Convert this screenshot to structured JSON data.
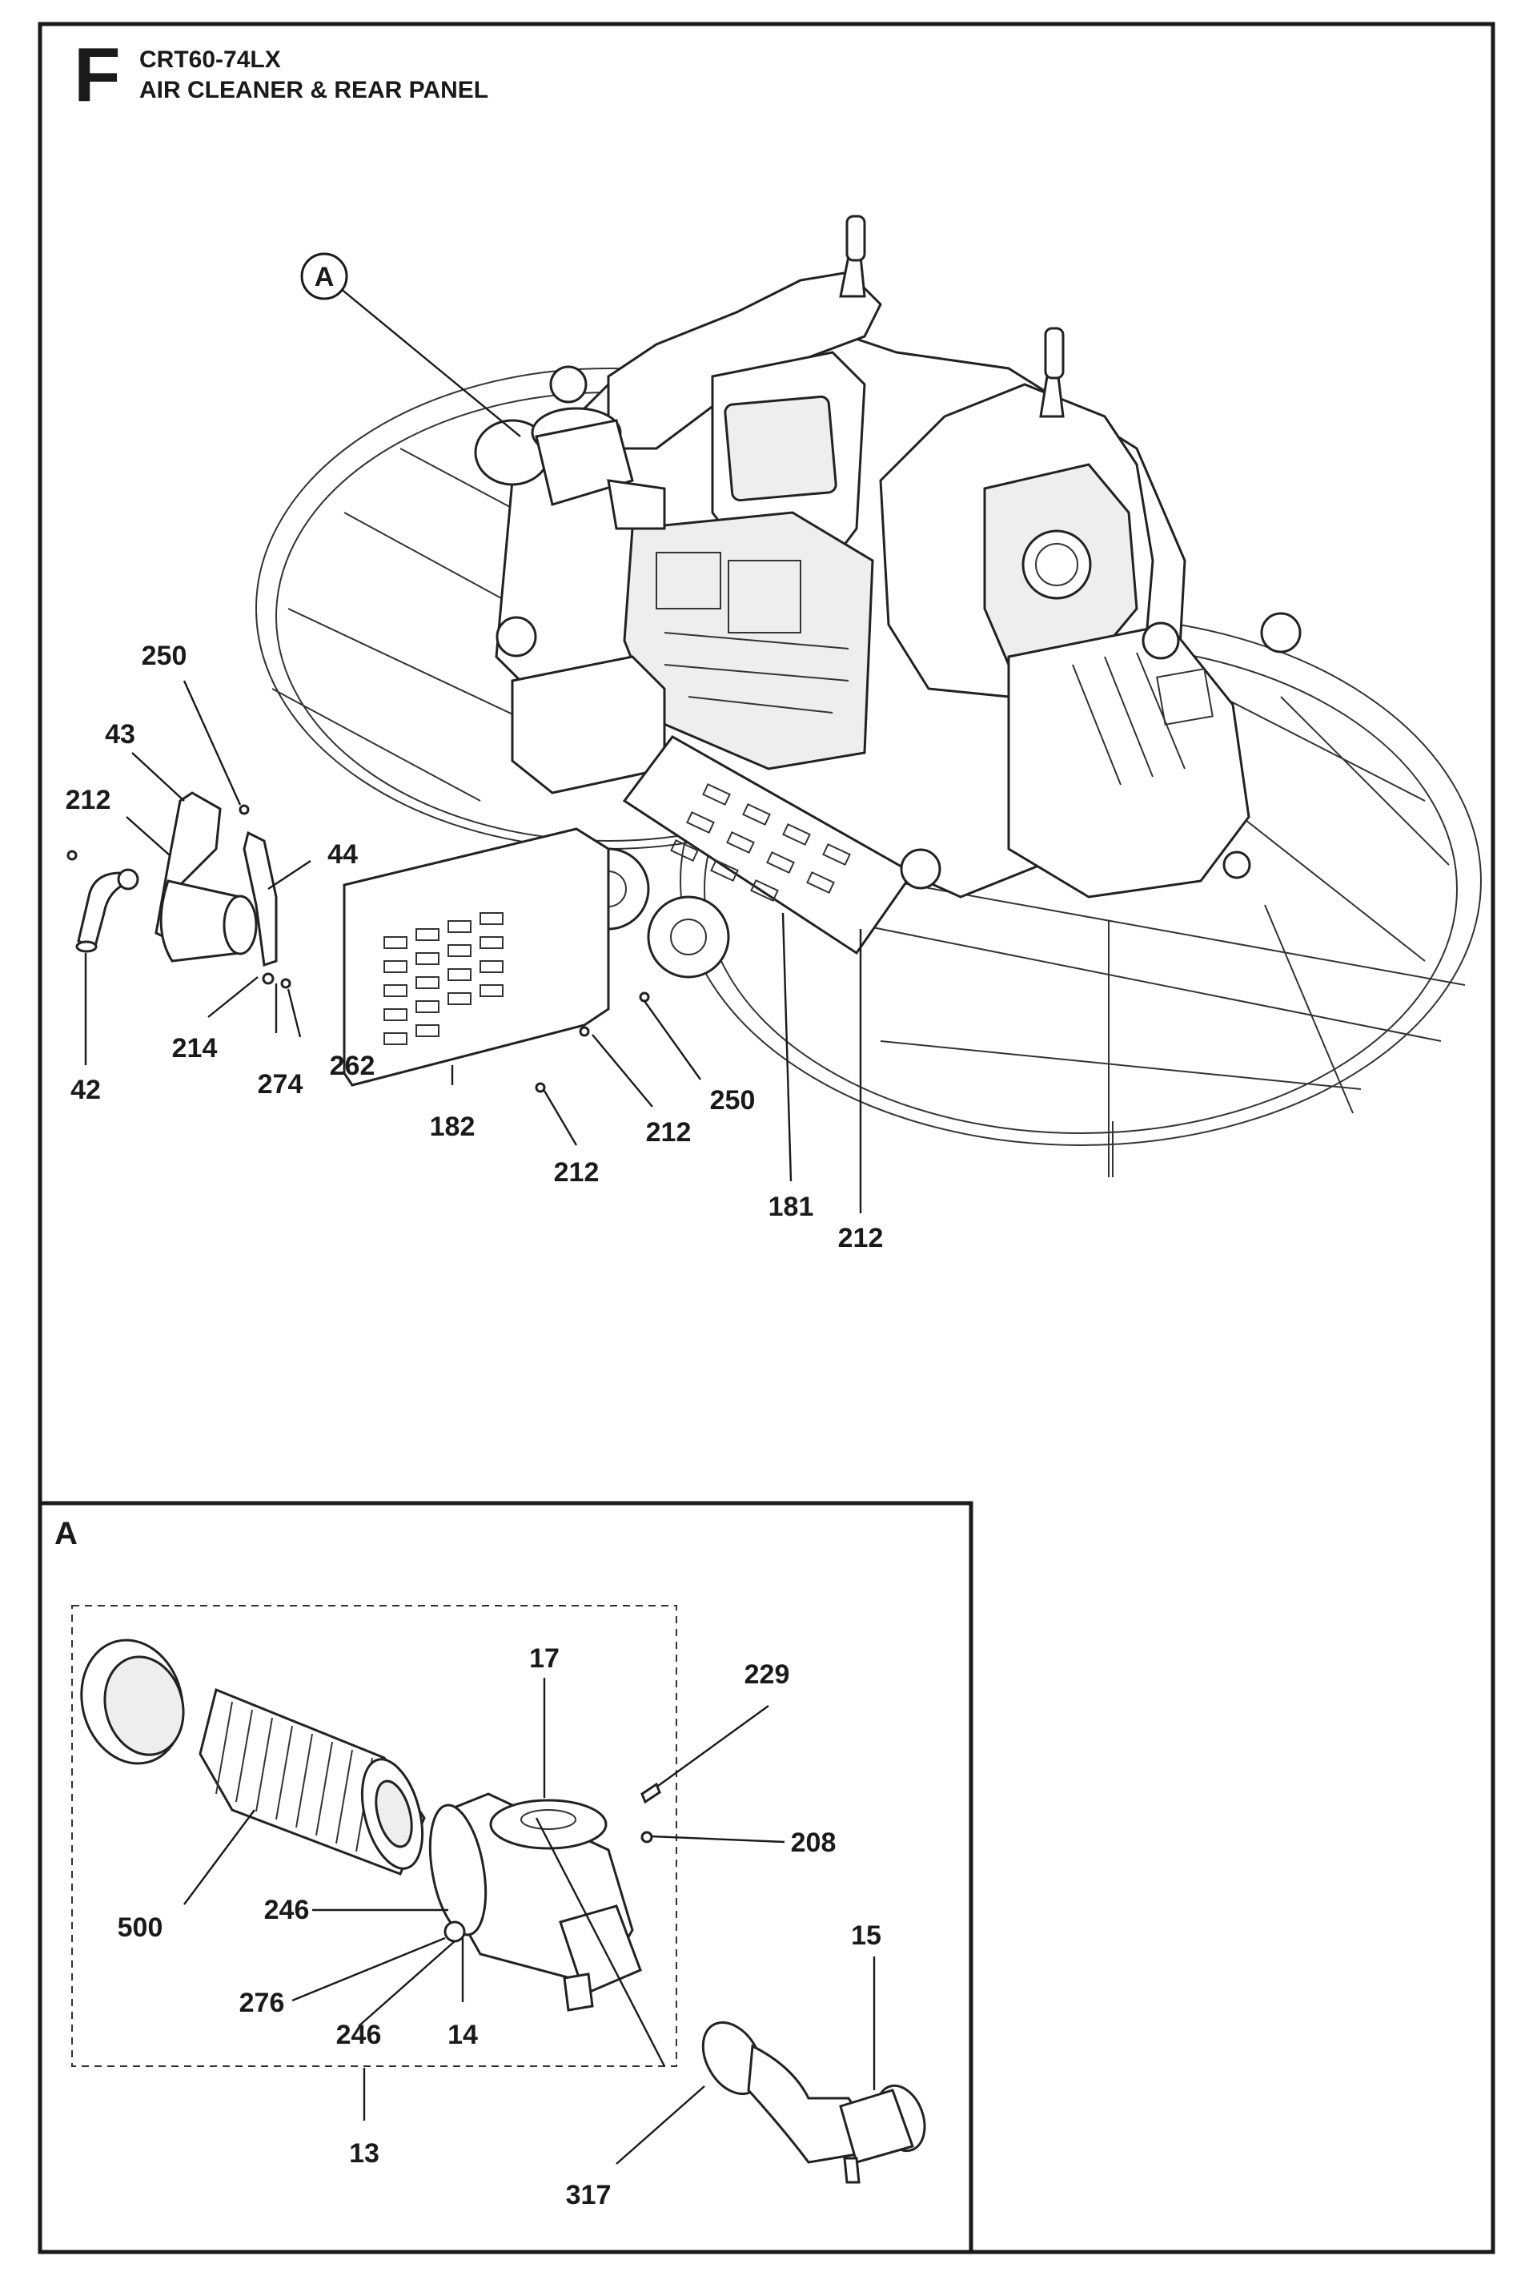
{
  "header": {
    "section_letter": "F",
    "model": "CRT60-74LX",
    "title": "AIR CLEANER & REAR PANEL"
  },
  "detail_callout": "A",
  "inset": {
    "title": "A"
  },
  "main_labels": [
    {
      "id": "m1",
      "text": "250"
    },
    {
      "id": "m2",
      "text": "43"
    },
    {
      "id": "m3",
      "text": "212"
    },
    {
      "id": "m4",
      "text": "44"
    },
    {
      "id": "m5",
      "text": "214"
    },
    {
      "id": "m6",
      "text": "274"
    },
    {
      "id": "m7",
      "text": "262"
    },
    {
      "id": "m8",
      "text": "42"
    },
    {
      "id": "m9",
      "text": "182"
    },
    {
      "id": "m10",
      "text": "212"
    },
    {
      "id": "m11",
      "text": "250"
    },
    {
      "id": "m12",
      "text": "212"
    },
    {
      "id": "m13",
      "text": "181"
    },
    {
      "id": "m14",
      "text": "212"
    }
  ],
  "inset_labels": [
    {
      "id": "i1",
      "text": "17"
    },
    {
      "id": "i2",
      "text": "229"
    },
    {
      "id": "i3",
      "text": "208"
    },
    {
      "id": "i4",
      "text": "500"
    },
    {
      "id": "i5",
      "text": "246"
    },
    {
      "id": "i6",
      "text": "276"
    },
    {
      "id": "i7",
      "text": "246"
    },
    {
      "id": "i8",
      "text": "14"
    },
    {
      "id": "i9",
      "text": "15"
    },
    {
      "id": "i10",
      "text": "13"
    },
    {
      "id": "i11",
      "text": "317"
    }
  ]
}
